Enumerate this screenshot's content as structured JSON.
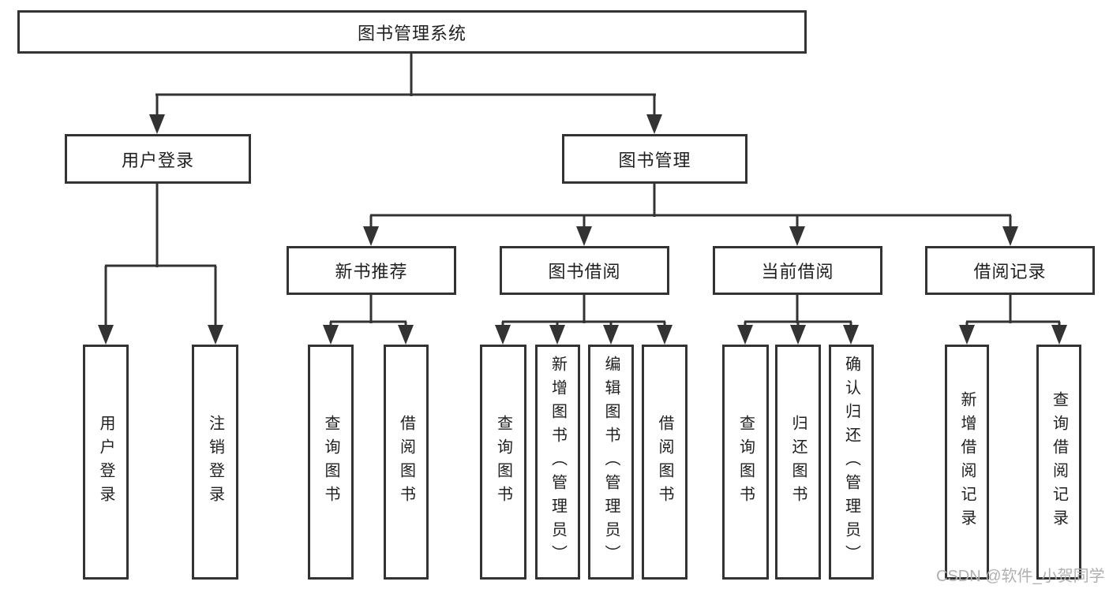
{
  "diagram": {
    "root": {
      "label": "图书管理系统"
    },
    "branches": [
      {
        "label": "用户登录",
        "children": [
          {
            "label": "用户登录"
          },
          {
            "label": "注销登录"
          }
        ]
      },
      {
        "label": "图书管理",
        "children": [
          {
            "label": "新书推荐",
            "children": [
              {
                "label": "查询图书"
              },
              {
                "label": "借阅图书"
              }
            ]
          },
          {
            "label": "图书借阅",
            "children": [
              {
                "label": "查询图书"
              },
              {
                "label": "新增图书（管理员）"
              },
              {
                "label": "编辑图书（管理员）"
              },
              {
                "label": "借阅图书"
              }
            ]
          },
          {
            "label": "当前借阅",
            "children": [
              {
                "label": "查询图书"
              },
              {
                "label": "归还图书"
              },
              {
                "label": "确认归还（管理员）"
              }
            ]
          },
          {
            "label": "借阅记录",
            "children": [
              {
                "label": "新增借阅记录"
              },
              {
                "label": "查询借阅记录"
              }
            ]
          }
        ]
      }
    ]
  },
  "watermark": {
    "text": "CSDN @软件_小贺同学"
  },
  "colors": {
    "line": "#333333",
    "text": "#1f1f1f",
    "watermark": "#b0b0b0",
    "background": "#ffffff"
  }
}
